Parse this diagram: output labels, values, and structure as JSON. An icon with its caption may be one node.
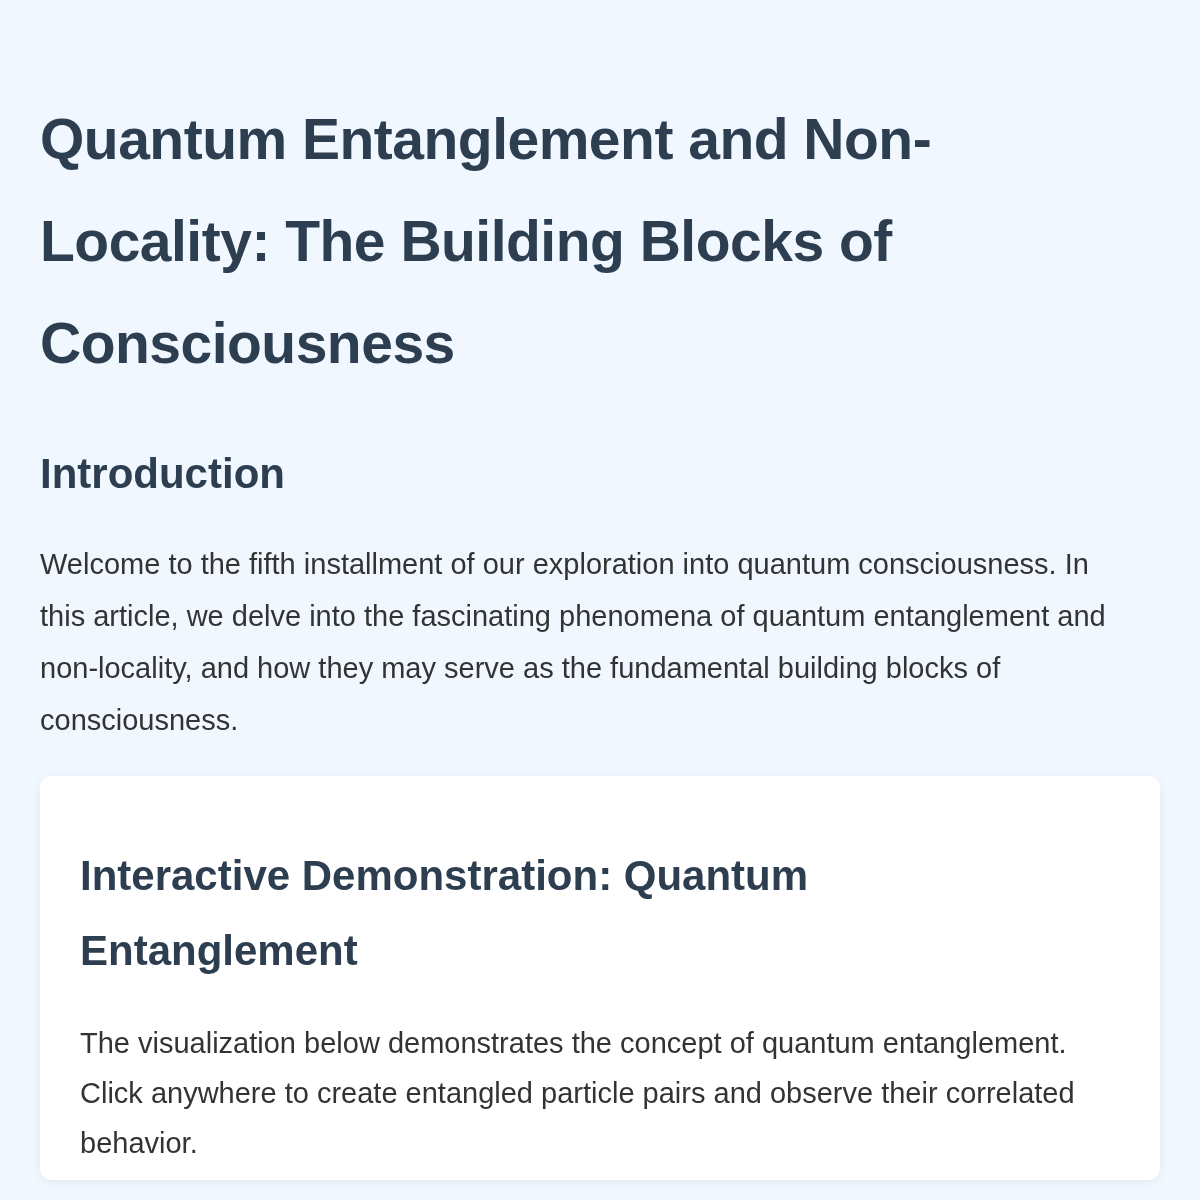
{
  "diagram": {
    "title": "Quantum Entanglement and Non-Locality: The Building Blocks of Consciousness",
    "labels": [
      "Introduction",
      "Welcome to the fifth installment of our exploration into quantum consciousness. In this article, we delve into the fascinating phenomena of quantum entanglement and non-locality, and how they may serve as the fundamental building blocks of consciousness."
    ],
    "nodes": [
      {
        "text": [
          "Interactive Demonstration: Quantum Entanglement",
          "The visualization below demonstrates the concept of quantum entanglement. Click anywhere to create entangled particle pairs and observe their correlated behavior."
        ]
      }
    ]
  }
}
